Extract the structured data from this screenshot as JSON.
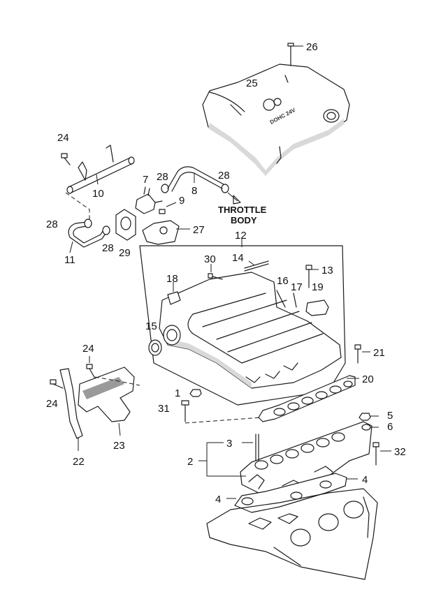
{
  "callouts": {
    "c1": "1",
    "c2": "2",
    "c3": "3",
    "c4a": "4",
    "c4b": "4",
    "c5": "5",
    "c6": "6",
    "c7": "7",
    "c8": "8",
    "c9": "9",
    "c10": "10",
    "c11": "11",
    "c12": "12",
    "c13": "13",
    "c14": "14",
    "c15": "15",
    "c16": "16",
    "c17": "17",
    "c18": "18",
    "c19": "19",
    "c20": "20",
    "c21": "21",
    "c22": "22",
    "c23": "23",
    "c24a": "24",
    "c24b": "24",
    "c24c": "24",
    "c25": "25",
    "c26": "26",
    "c27": "27",
    "c28a": "28",
    "c28b": "28",
    "c28c": "28",
    "c28d": "28",
    "c29": "29",
    "c30": "30",
    "c31": "31",
    "c32": "32"
  },
  "notes": {
    "throttle_line1": "THROTTLE",
    "throttle_line2": "BODY"
  },
  "cover_marking": "DOHC 24V"
}
